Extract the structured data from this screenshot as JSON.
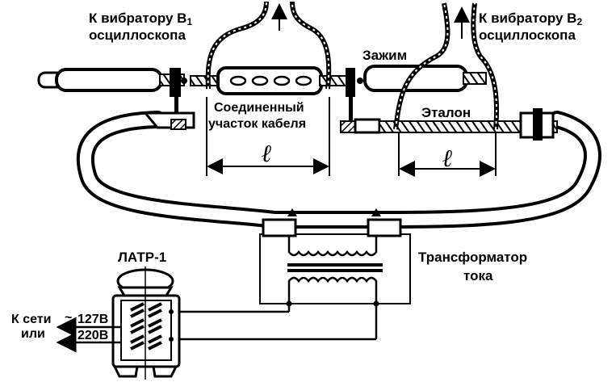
{
  "labels": {
    "vibrator_b1_line1": "К вибратору В",
    "vibrator_b1_sub": "1",
    "vibrator_b1_line2": "осциллоскопа",
    "vibrator_b2_line1": "К вибратору В",
    "vibrator_b2_sub": "2",
    "vibrator_b2_line2": "осциллоскопа",
    "clamp": "Зажим",
    "joined_line1": "Соединенный",
    "joined_line2": "участок кабеля",
    "reference": "Эталон",
    "length_symbol_1": "ℓ",
    "length_symbol_2": "ℓ",
    "transformer_line1": "Трансформатор",
    "transformer_line2": "тока",
    "latr": "ЛАТР-1",
    "mains_line1": "К сети",
    "mains_line2": "или",
    "voltage_1": "127В",
    "voltage_2": "220В",
    "tilde": "~"
  }
}
